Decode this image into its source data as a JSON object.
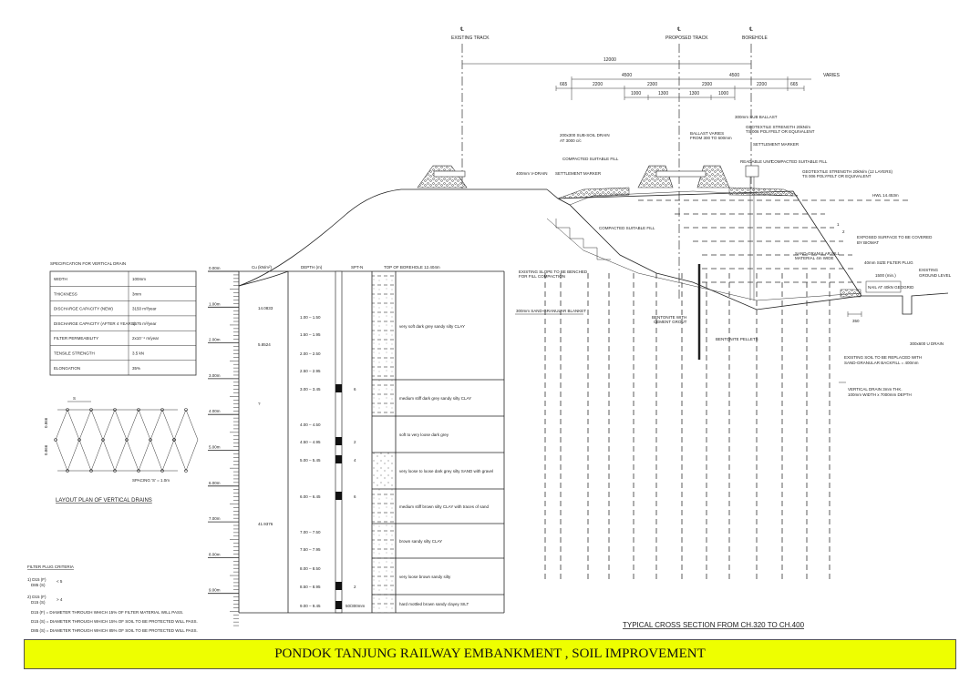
{
  "banner": {
    "title": "PONDOK TANJUNG RAILWAY EMBANKMENT , SOIL IMPROVEMENT"
  },
  "centerlines": {
    "existing": "EXISTING TRACK",
    "proposed": "PROPOSED TRACK",
    "borehole": "BOREHOLE",
    "symbol": "℄"
  },
  "dimensions": {
    "overall": "12000",
    "half_left": "4500",
    "half_right": "4500",
    "varies": "VARIES",
    "row3": [
      "665",
      "2200",
      "2300",
      "2300",
      "2200",
      "665"
    ],
    "row4": [
      "1000",
      "1300",
      "1300",
      "1000"
    ]
  },
  "annotations": {
    "sub_ballast": "300mm SUB BALLAST",
    "geotextile_top": "GEOTEXTILE STRENGTH 20kN/m",
    "geotextile_top2": "TS 006 POLYFELT OR EQUIVALENT",
    "settlement_marker_r": "SETTLEMENT MARKER",
    "readable_unit": "READABLE UNIT",
    "compacted_fill_r": "COMPACTED SUITABLE FILL",
    "geotextile_layers": "GEOTEXTILE STRENGTH 20kN/m (12 LAYERS)",
    "geotextile_layers2": "TS 006 POLYFELT OR EQUIVALENT",
    "ballast_varies": "BALLAST VARIES",
    "ballast_varies2": "FROM 300 TO 600mm",
    "subsoil_drain": "200x300 SUB-SOIL DRAIN",
    "subsoil_drain2": "AT 3000 c/c",
    "compacted_fill_top": "COMPACTED SUITABLE FILL",
    "v_drain": "400mm V-DRAIN",
    "settlement_marker_l": "SETTLEMENT MARKER",
    "hwl": "HWL 14.453m",
    "compacted_fill_mid": "COMPACTED SUITABLE FILL",
    "existing_slope": "EXISTING SLOPE TO BE BENCHED",
    "existing_slope2": "FOR FILL COMPACTION",
    "sand_blanket": "300mm SAND-GRANULAR BLANKET",
    "bentonite_grout": "BENTONITE WITH",
    "bentonite_grout2": "CEMENT GROUT",
    "bentonite_pellets": "BENTONITE PELLETS",
    "sand_granular_fill": "SAND-GRANULAR FILL",
    "sand_granular_fill2": "MATERIAL 4m WIDE",
    "exposed_surface": "EXPOSED SURFACE TO BE COVERED",
    "exposed_surface2": "BY BIOMAT",
    "filter_plug": "40mm SIZE FILTER PLUG",
    "min_1500": "1500 (min.)",
    "nail_geogrid": "NAIL AT 40kN GEOGRID",
    "existing_ground": "EXISTING",
    "existing_ground2": "GROUND LEVEL",
    "dim_350": "350",
    "u_drain": "300x600 U DRAIN",
    "existing_soil": "EXISTING SOIL TO BE REPLACED WITH",
    "existing_soil2": "SAND-GRANULAR BACKFILL = 400mm",
    "vertical_drain": "VERTICAL DRAIN 3mm THK.",
    "vertical_drain2": "100mm WIDTH x 7000mm DEPTH",
    "slope_1": "1",
    "slope_2": "2"
  },
  "section_title": "TYPICAL CROSS SECTION FROM CH.320 TO CH.400",
  "spec_table": {
    "title": "SPECIFICATION FOR VERTICAL DRAIN",
    "rows": [
      [
        "WIDTH",
        "100mm"
      ],
      [
        "THICKNESS",
        "3mm"
      ],
      [
        "DISCHARGE CAPACITY (NEW)",
        "3150 m³/year"
      ],
      [
        "DISCHARGE CAPACITY (AFTER 4 YEARS)",
        "1575 m³/year"
      ],
      [
        "FILTER PERMEABILITY",
        "2x10⁻⁴ m/year"
      ],
      [
        "TENSILE STRENGTH",
        "3.5 kN"
      ],
      [
        "ELONGATION",
        "35%"
      ]
    ]
  },
  "layout_plan": {
    "title": "LAYOUT PLAN OF VERTICAL DRAINS",
    "spacing": "SPACING 'S' = 1.0m",
    "s_label": "S",
    "dim1": "0.866",
    "dim2": "0.866"
  },
  "filter_criteria": {
    "title": "FILTER PLUG CRITERIA",
    "c1_num": "1) D15 (F)",
    "c1_den": "D85 (S)",
    "c1_op": "< 5",
    "c2_num": "2) D15 (F)",
    "c2_den": "D15 (S)",
    "c2_op": "> 4",
    "notes": [
      "D15 (F) = DIAMETER THROUGH WHICH 15% OF FILTER MATERIAL WILL PASS.",
      "D15 (S) = DIAMETER THROUGH WHICH 15% OF SOIL TO BE PROTECTED WILL PASS.",
      "D85 (S) = DIAMETER THROUGH WHICH 85% OF SOIL TO BE PROTECTED WILL PASS."
    ]
  },
  "borehole": {
    "headers": {
      "cu": "Cu (kN/m²)",
      "depth": "DEPTH (m)",
      "spt": "SPT-N",
      "top": "TOP OF BOREHOLE 12.404m"
    },
    "scale": [
      "0.00m",
      "1.00m",
      "2.00m",
      "3.00m",
      "4.00m",
      "5.00m",
      "6.00m",
      "7.00m",
      "8.00m",
      "9.00m"
    ],
    "cu_values": [
      "14.0833",
      "5.8524",
      "?",
      "41.9376"
    ],
    "depths": [
      "1.00 – 1.50",
      "1.50 – 1.95",
      "2.00 – 2.50",
      "2.50 – 2.95",
      "3.00 – 3.45",
      "4.00 – 4.50",
      "4.50 – 4.95",
      "5.00 – 5.45",
      "6.00 – 6.45",
      "7.00 – 7.50",
      "7.50 – 7.95",
      "8.00 – 8.50",
      "8.50 – 8.95",
      "9.00 – 9.45"
    ],
    "spt": [
      "6",
      "2",
      "4",
      "6",
      "2",
      "50/300mm"
    ],
    "layers": [
      "very soft dark grey sandy silty CLAY",
      "medium stiff dark grey sandy silty CLAY",
      "soft to very loose dark grey",
      "very loose to loose dark grey silty SAND with gravel",
      "medium stiff brown silty CLAY with traces of sand",
      "brown sandy silty CLAY",
      "very loose brown sandy silty",
      "hard mottled brown sandy clayey SILT"
    ]
  },
  "colors": {
    "banner": "#eeff00",
    "ink": "#222222"
  }
}
